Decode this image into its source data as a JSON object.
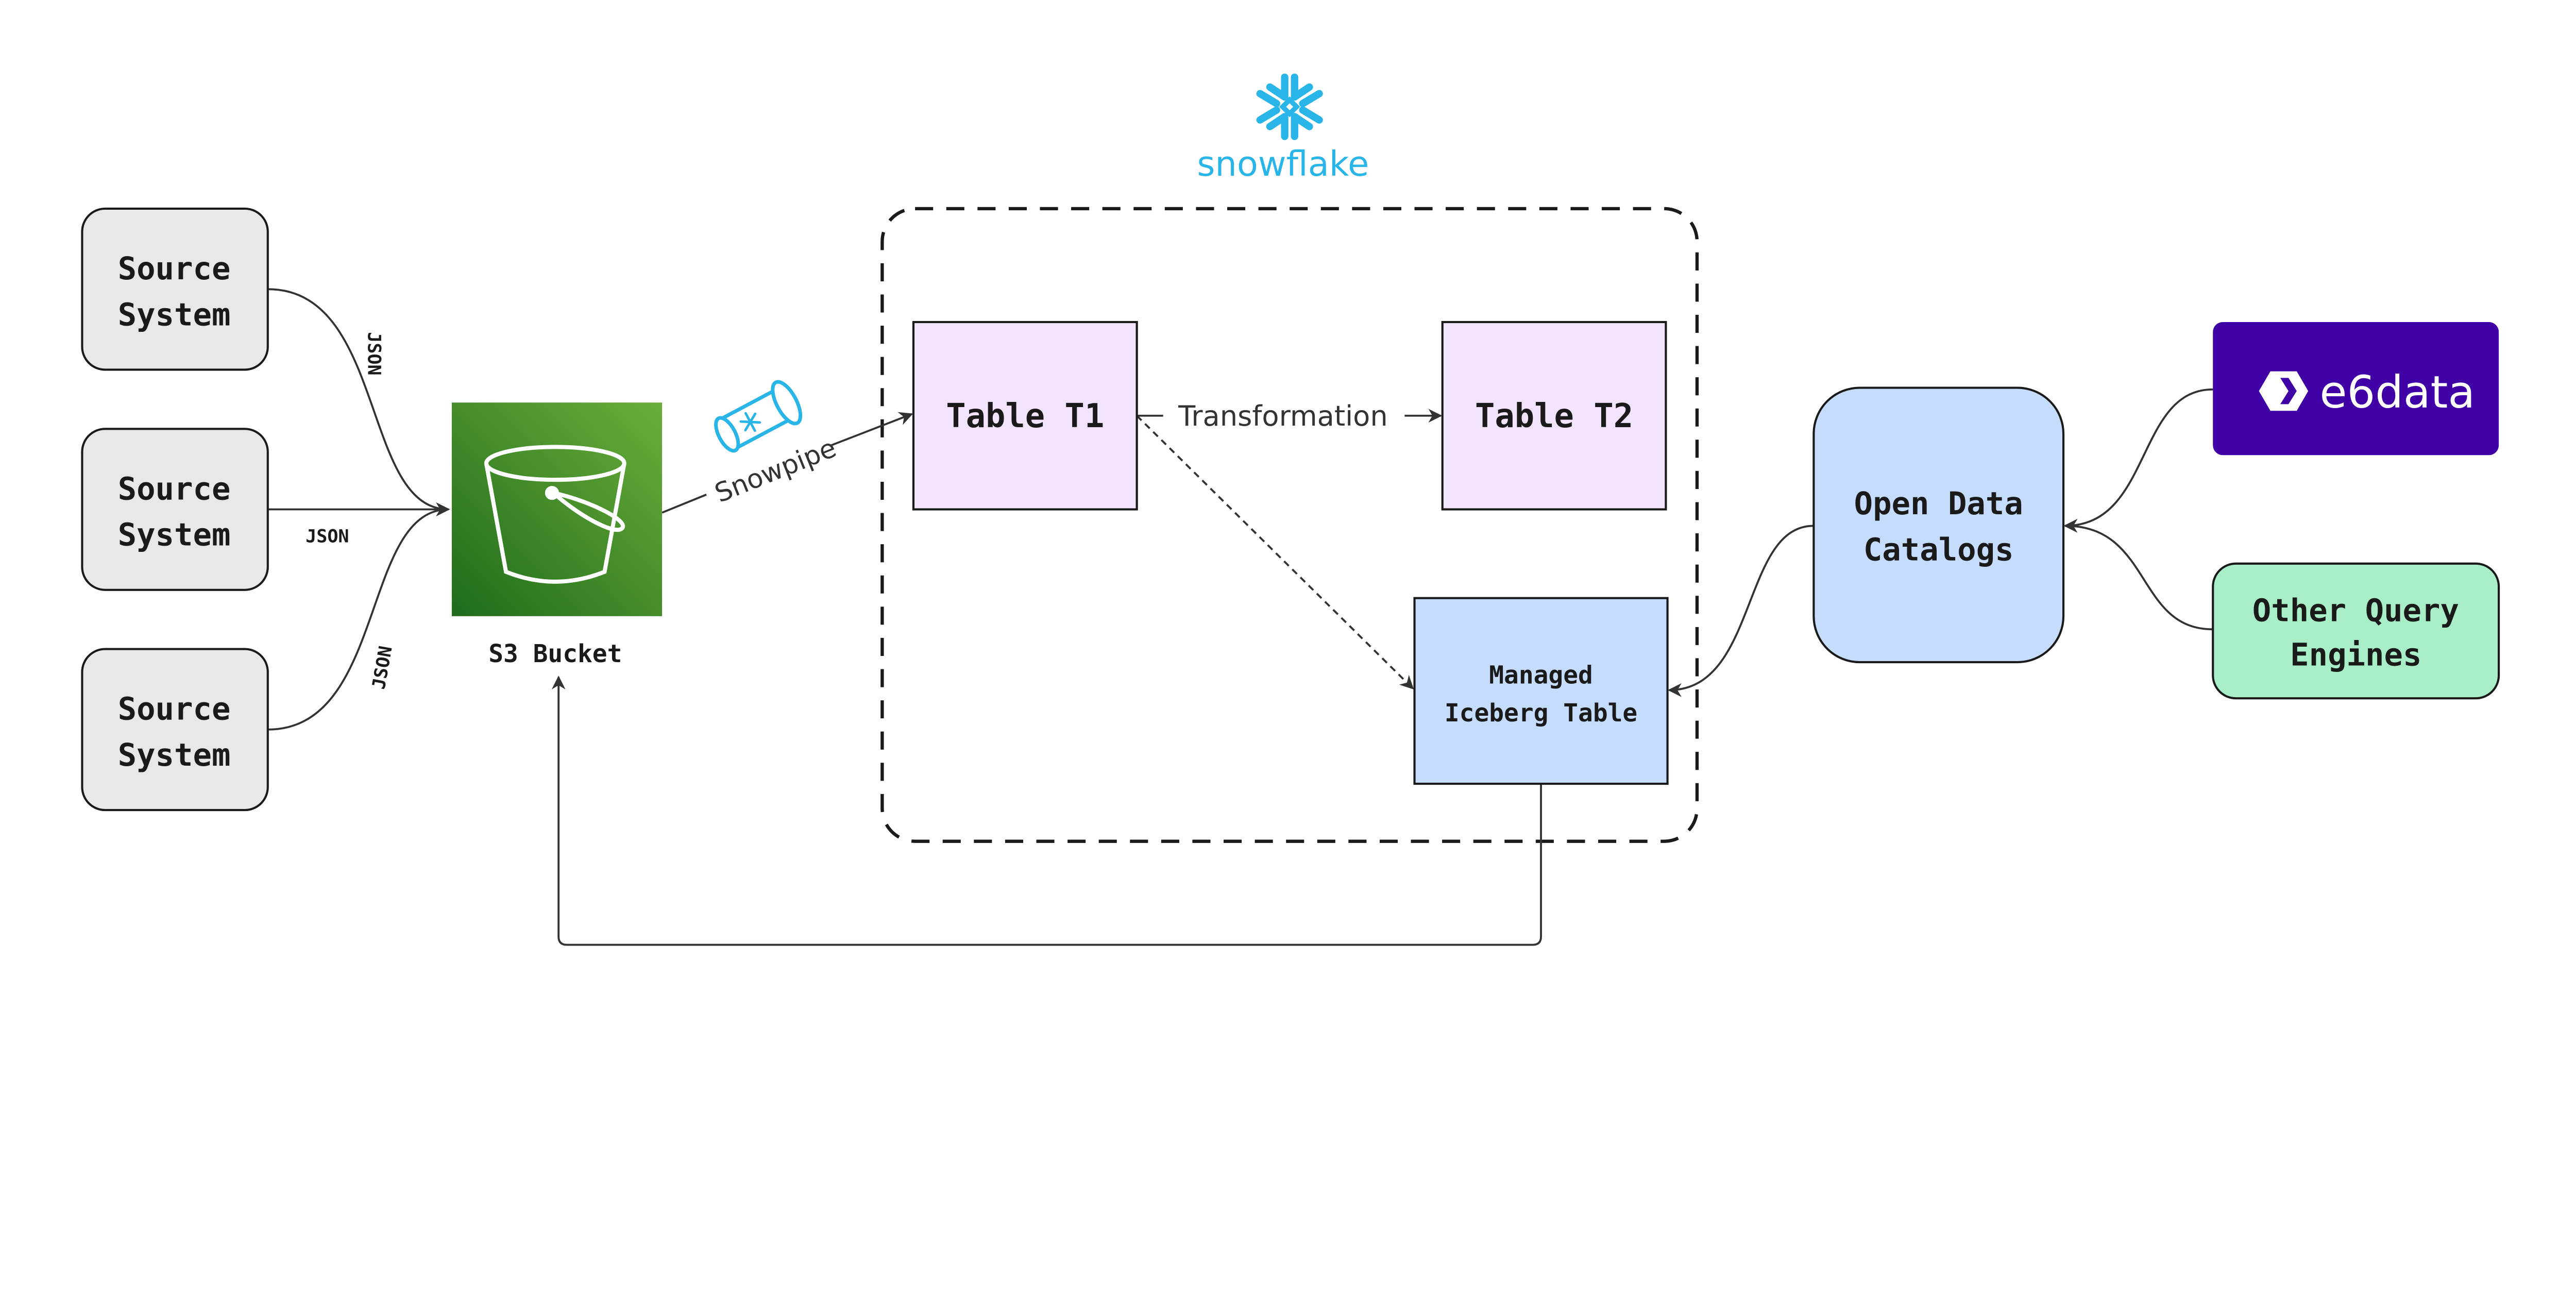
{
  "colors": {
    "source_fill": "#e8e8e8",
    "table_fill": "#f1e4fc",
    "iceberg_fill": "#c6dcfc",
    "catalog_fill": "#c6dcfc",
    "e6data_fill": "#3f00a6",
    "other_engines_fill": "#a8efc8",
    "snowflake_blue": "#29b5e8",
    "s3_green_top": "#6aae3a",
    "s3_green_bottom": "#1f6b1b"
  },
  "sources": [
    {
      "line1": "Source",
      "line2": "System"
    },
    {
      "line1": "Source",
      "line2": "System"
    },
    {
      "line1": "Source",
      "line2": "System"
    }
  ],
  "edge_labels": {
    "json_top": "JSON",
    "json_middle": "JSON",
    "json_bottom": "JSON",
    "snowpipe": "Snowpipe",
    "transformation": "Transformation"
  },
  "s3": {
    "label": "S3 Bucket",
    "icon": "s3-bucket-icon"
  },
  "snowflake": {
    "wordmark": "snowflake",
    "icon": "snowflake-icon"
  },
  "tables": {
    "t1": "Table T1",
    "t2": "Table T2",
    "iceberg_line1": "Managed",
    "iceberg_line2": "Iceberg Table"
  },
  "catalog": {
    "line1": "Open Data",
    "line2": "Catalogs"
  },
  "engines": {
    "e6data": "e6data",
    "other_line1": "Other Query",
    "other_line2": "Engines"
  }
}
